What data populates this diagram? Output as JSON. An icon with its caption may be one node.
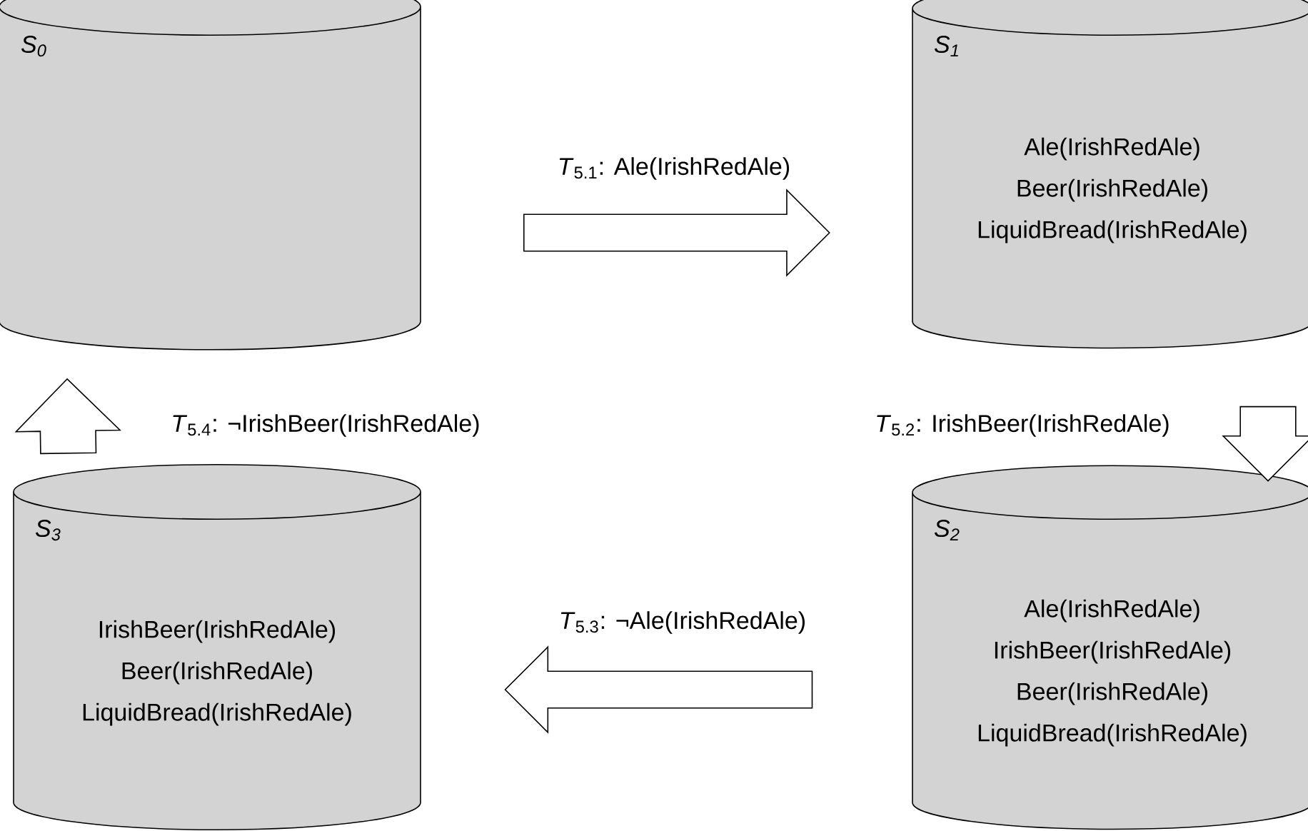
{
  "diagram": {
    "nodes": [
      {
        "text": [
          "S$_{0}$"
        ]
      },
      {
        "text": [
          "S$_{1}$",
          "Ale(IrishRedAle)",
          "Beer(IrishRedAle)",
          "LiquidBread(IrishRedAle)"
        ]
      },
      {
        "text": [
          "S$_{2}$",
          "Ale(IrishRedAle)",
          "IrishBeer(IrishRedAle)",
          "Beer(IrishRedAle)",
          "LiquidBread(IrishRedAle)"
        ]
      },
      {
        "text": [
          "S$_{3}$",
          "IrishBeer(IrishRedAle)",
          "Beer(IrishRedAle)",
          "LiquidBread(IrishRedAle)"
        ]
      }
    ],
    "edges": [
      {
        "from": 0,
        "to": 1,
        "arrow": "to",
        "label": "*T*$_{5.1}$: Ale(IrishRedAle)"
      },
      {
        "from": 1,
        "to": 2,
        "arrow": "to",
        "label": "*T*$_{5.2}$: IrishBeer(IrishRedAle)"
      },
      {
        "from": 2,
        "to": 3,
        "arrow": "to",
        "label": "*T*$_{5.3}$: ¬Ale(IrishRedAle)"
      },
      {
        "from": 3,
        "to": 0,
        "arrow": "to",
        "label": "*T*$_{5.4}$: ¬IrishBeer(IrishRedAle)"
      }
    ]
  }
}
